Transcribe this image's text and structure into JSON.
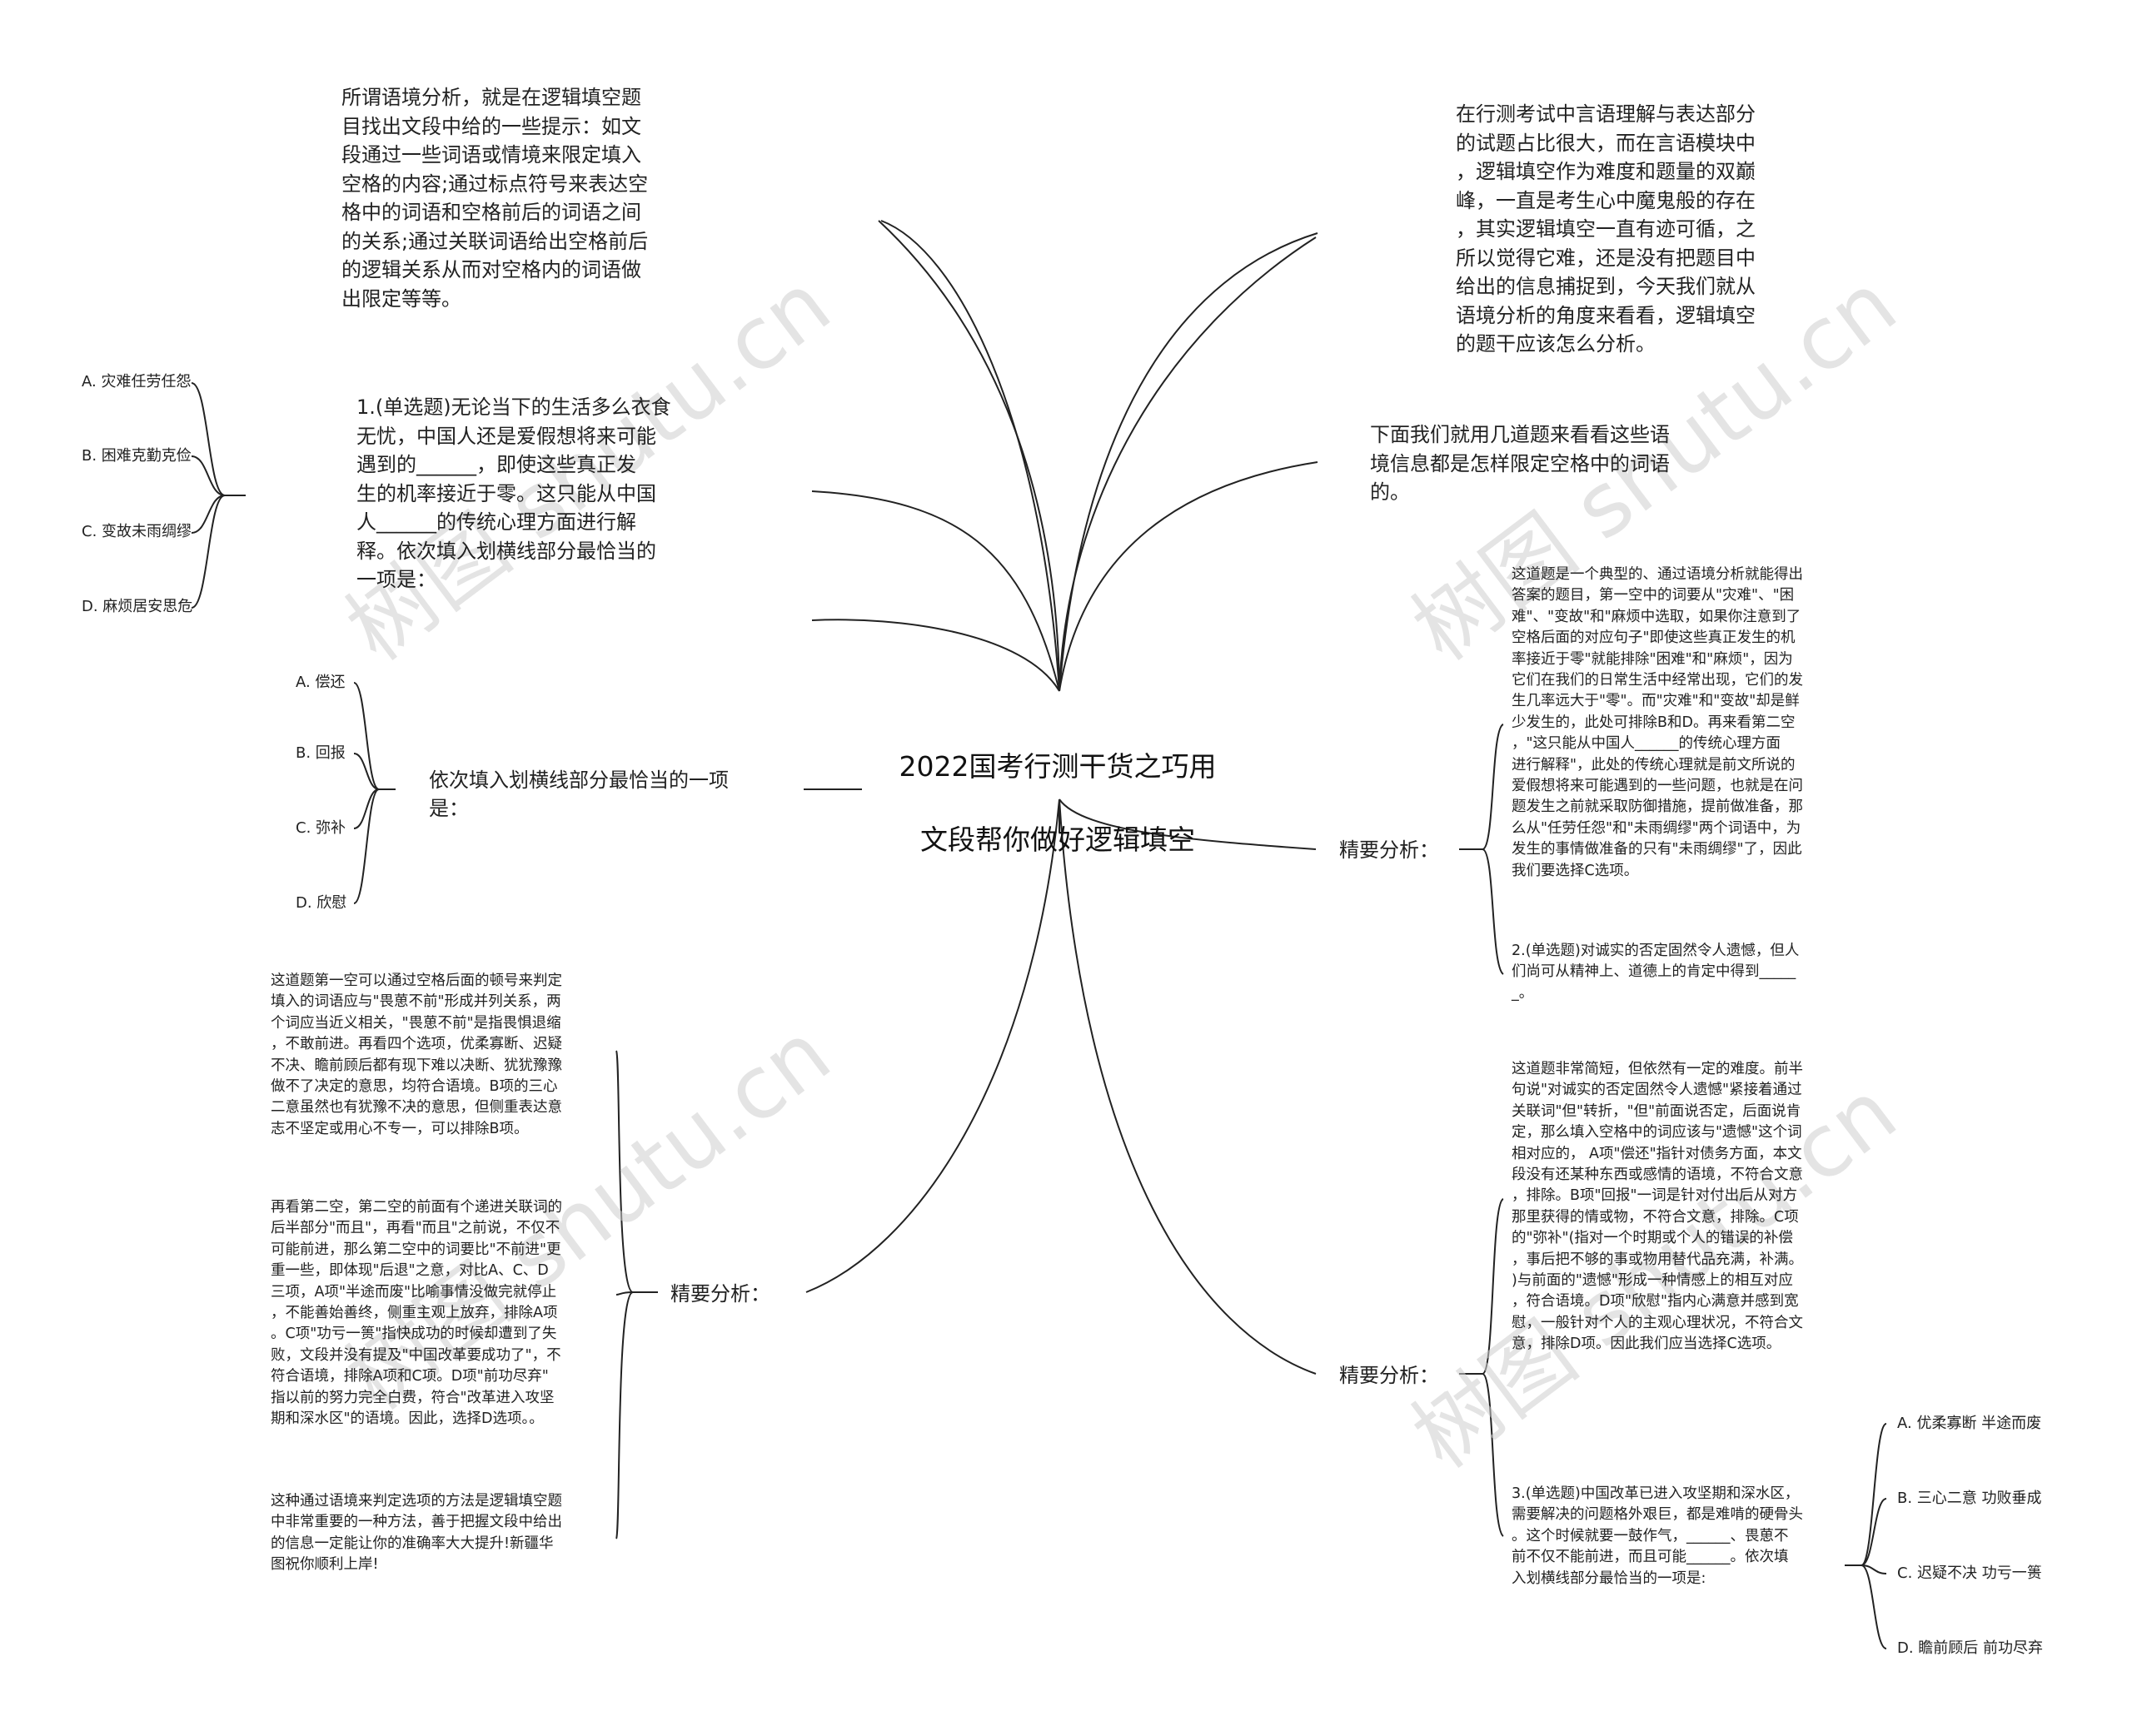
{
  "colors": {
    "line": "#222222",
    "text": "#222222",
    "background": "#ffffff",
    "watermark": "#cfcfcf"
  },
  "root": {
    "title_line1": "2022国考行测干货之巧用",
    "title_line2": "文段帮你做好逻辑填空"
  },
  "left": {
    "intro": "所谓语境分析，就是在逻辑填空题\n目找出文段中给的一些提示：如文\n段通过一些词语或情境来限定填入\n空格的内容;通过标点符号来表达空\n格中的词语和空格前后的词语之间\n的关系;通过关联词语给出空格前后\n的逻辑关系从而对空格内的词语做\n出限定等等。",
    "q1": "1.(单选题)无论当下的生活多么衣食\n无忧，中国人还是爱假想将来可能\n遇到的______，即使这些真正发\n生的机率接近于零。这只能从中国\n人______的传统心理方面进行解\n释。依次填入划横线部分最恰当的\n一项是：",
    "q1_options": [
      "A. 灾难任劳任怨",
      "B. 困难克勤克俭",
      "C. 变故未雨绸缪",
      "D. 麻烦居安思危"
    ],
    "q2_prompt": "依次填入划横线部分最恰当的一项\n是：",
    "q2_options": [
      "A. 偿还",
      "B. 回报",
      "C. 弥补",
      "D. 欣慰"
    ],
    "analysis_label": "精要分析：",
    "analysis_p1": "这道题第一空可以通过空格后面的顿号来判定\n填入的词语应与\"畏葸不前\"形成并列关系，两\n个词应当近义相关，\"畏葸不前\"是指畏惧退缩\n，不敢前进。再看四个选项，优柔寡断、迟疑\n不决、瞻前顾后都有现下难以决断、犹犹豫豫\n做不了决定的意思，均符合语境。B项的三心\n二意虽然也有犹豫不决的意思，但侧重表达意\n志不坚定或用心不专一，可以排除B项。",
    "analysis_p2": "再看第二空，第二空的前面有个递进关联词的\n后半部分\"而且\"，再看\"而且\"之前说，不仅不\n可能前进，那么第二空中的词要比\"不前进\"更\n重一些，即体现\"后退\"之意，对比A、C、D\n三项，A项\"半途而废\"比喻事情没做完就停止\n，不能善始善终，侧重主观上放弃，排除A项\n。C项\"功亏一篑\"指快成功的时候却遭到了失\n败，文段并没有提及\"中国改革要成功了\"，不\n符合语境，排除A项和C项。D项\"前功尽弃\"\n指以前的努力完全白费，符合\"改革进入攻坚\n期和深水区\"的语境。因此，选择D选项。。",
    "analysis_p3": "这种通过语境来判定选项的方法是逻辑填空题\n中非常重要的一种方法，善于把握文段中给出\n的信息一定能让你的准确率大大提升!新疆华\n图祝你顺利上岸!"
  },
  "right": {
    "intro": "在行测考试中言语理解与表达部分\n的试题占比很大，而在言语模块中\n，逻辑填空作为难度和题量的双巅\n峰，一直是考生心中魔鬼般的存在\n，其实逻辑填空一直有迹可循，之\n所以觉得它难，还是没有把题目中\n给出的信息捕捉到，今天我们就从\n语境分析的角度来看看，逻辑填空\n的题干应该怎么分析。",
    "lead": "下面我们就用几道题来看看这些语\n境信息都是怎样限定空格中的词语\n的。",
    "analysis1_label": "精要分析：",
    "analysis1_text": "这道题是一个典型的、通过语境分析就能得出\n答案的题目，第一空中的词要从\"灾难\"、\"困\n难\"、\"变故\"和\"麻烦中选取，如果你注意到了\n空格后面的对应句子\"即使这些真正发生的机\n率接近于零\"就能排除\"困难\"和\"麻烦\"，因为\n它们在我们的日常生活中经常出现，它们的发\n生几率远大于\"零\"。而\"灾难\"和\"变故\"却是鲜\n少发生的，此处可排除B和D。再来看第二空\n，\"这只能从中国人______的传统心理方面\n进行解释\"，此处的传统心理就是前文所说的\n爱假想将来可能遇到的一些问题，也就是在问\n题发生之前就采取防御措施，提前做准备，那\n么从\"任劳任怨\"和\"未雨绸缪\"两个词语中，为\n发生的事情做准备的只有\"未雨绸缪\"了，因此\n我们要选择C选项。",
    "q2": "2.(单选题)对诚实的否定固然令人遗憾，但人\n们尚可从精神上、道德上的肯定中得到_____\n_。",
    "analysis2_label": "精要分析：",
    "analysis2_text": "这道题非常简短，但依然有一定的难度。前半\n句说\"对诚实的否定固然令人遗憾\"紧接着通过\n关联词\"但\"转折，\"但\"前面说否定，后面说肯\n定，那么填入空格中的词应该与\"遗憾\"这个词\n相对应的， A项\"偿还\"指针对债务方面，本文\n段没有还某种东西或感情的语境，不符合文意\n，排除。B项\"回报\"一词是针对付出后从对方\n那里获得的情或物，不符合文意，排除。C项\n的\"弥补\"(指对一个时期或个人的错误的补偿\n，事后把不够的事或物用替代品充满，补满。\n)与前面的\"遗憾\"形成一种情感上的相互对应\n，符合语境。D项\"欣慰\"指内心满意并感到宽\n慰，一般针对个人的主观心理状况，不符合文\n意，排除D项。因此我们应当选择C选项。",
    "q3": "3.(单选题)中国改革已进入攻坚期和深水区，\n需要解决的问题格外艰巨，都是难啃的硬骨头\n。这个时候就要一鼓作气，______、畏葸不\n前不仅不能前进，而且可能______。依次填\n入划横线部分最恰当的一项是:",
    "q3_options": [
      "A. 优柔寡断 半途而废",
      "B. 三心二意 功败垂成",
      "C. 迟疑不决 功亏一篑",
      "D. 瞻前顾后 前功尽弃"
    ]
  },
  "watermarks": [
    "树图 shutu.cn",
    "树图 shutu.cn",
    "树图 shutu.cn",
    "树图 shutu.cn"
  ]
}
